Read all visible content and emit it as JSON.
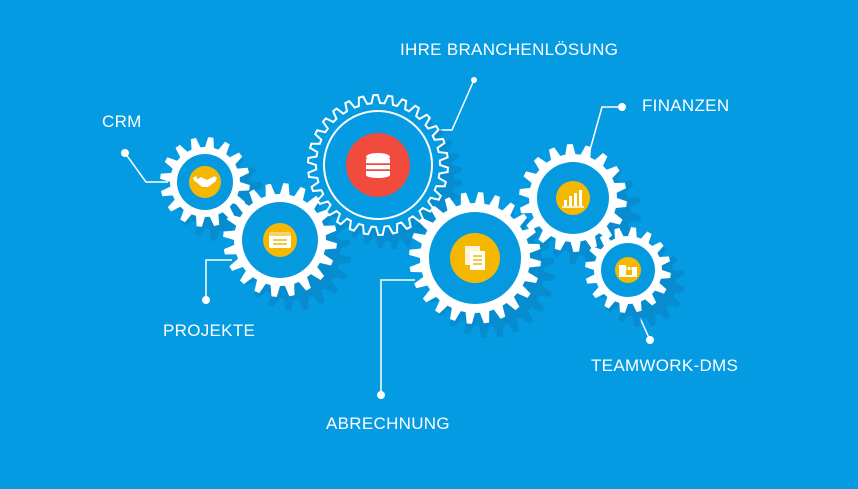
{
  "labels": {
    "branche": "IHRE BRANCHENLÖSUNG",
    "crm": "CRM",
    "finanzen": "FINANZEN",
    "projekte": "PROJEKTE",
    "abrechnung": "ABRECHNUNG",
    "teamwork": "TEAMWORK-DMS"
  },
  "icons": {
    "branche": "database-icon",
    "crm": "handshake-icon",
    "projekte": "browser-window-icon",
    "abrechnung": "documents-icon",
    "finanzen": "bar-chart-icon",
    "teamwork": "folder-lock-icon"
  },
  "colors": {
    "background": "#049be3",
    "gear": "#ffffff",
    "gear_inner": "#059ae0",
    "accent_yellow": "#f5b800",
    "accent_red": "#f04b3c"
  }
}
